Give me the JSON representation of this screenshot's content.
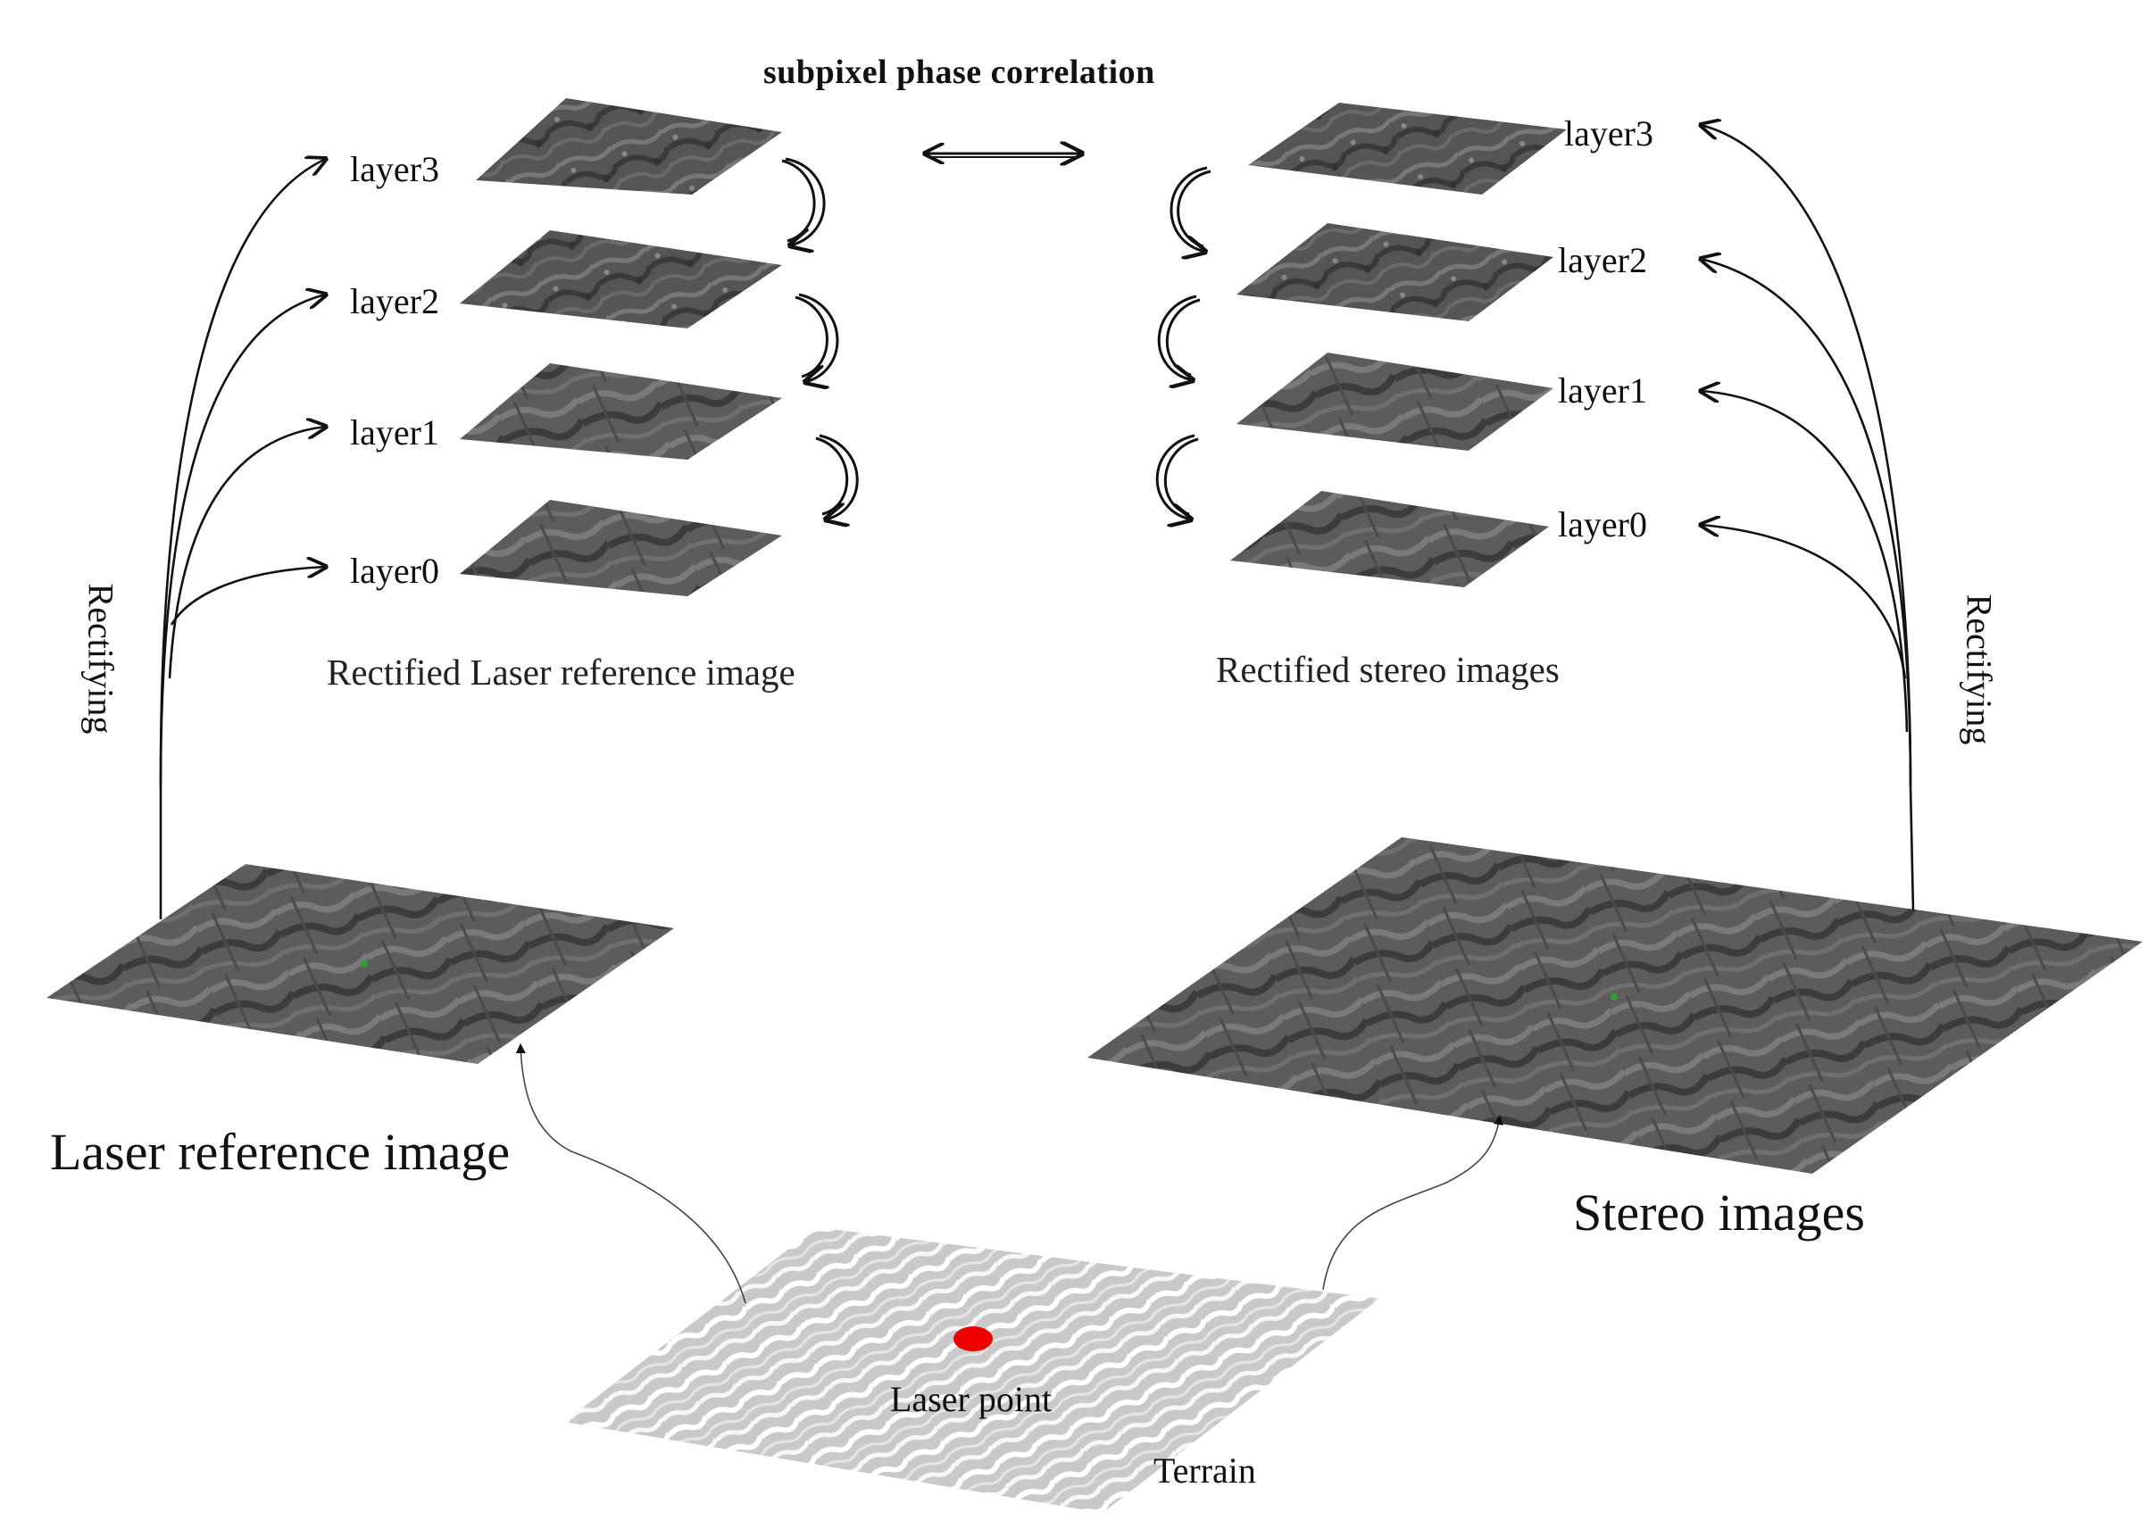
{
  "title": "subpixel phase correlation",
  "left": {
    "layers": [
      "layer3",
      "layer2",
      "layer1",
      "layer0"
    ],
    "caption": "Rectified Laser reference image",
    "rectifying": "Rectifying",
    "base_label": "Laser reference image"
  },
  "right": {
    "layers": [
      "layer3",
      "layer2",
      "layer1",
      "layer0"
    ],
    "caption": "Rectified stereo images",
    "rectifying": "Rectifying",
    "base_label": "Stereo images"
  },
  "terrain": {
    "point_label": "Laser point",
    "label": "Terrain",
    "point_color": "#ee0000"
  },
  "colors": {
    "image_dark": "#4a4a4a",
    "image_mid": "#6e6e6e",
    "terrain_fill": "#d2d2d2",
    "terrain_line": "#ffffff",
    "stroke": "#111111"
  }
}
